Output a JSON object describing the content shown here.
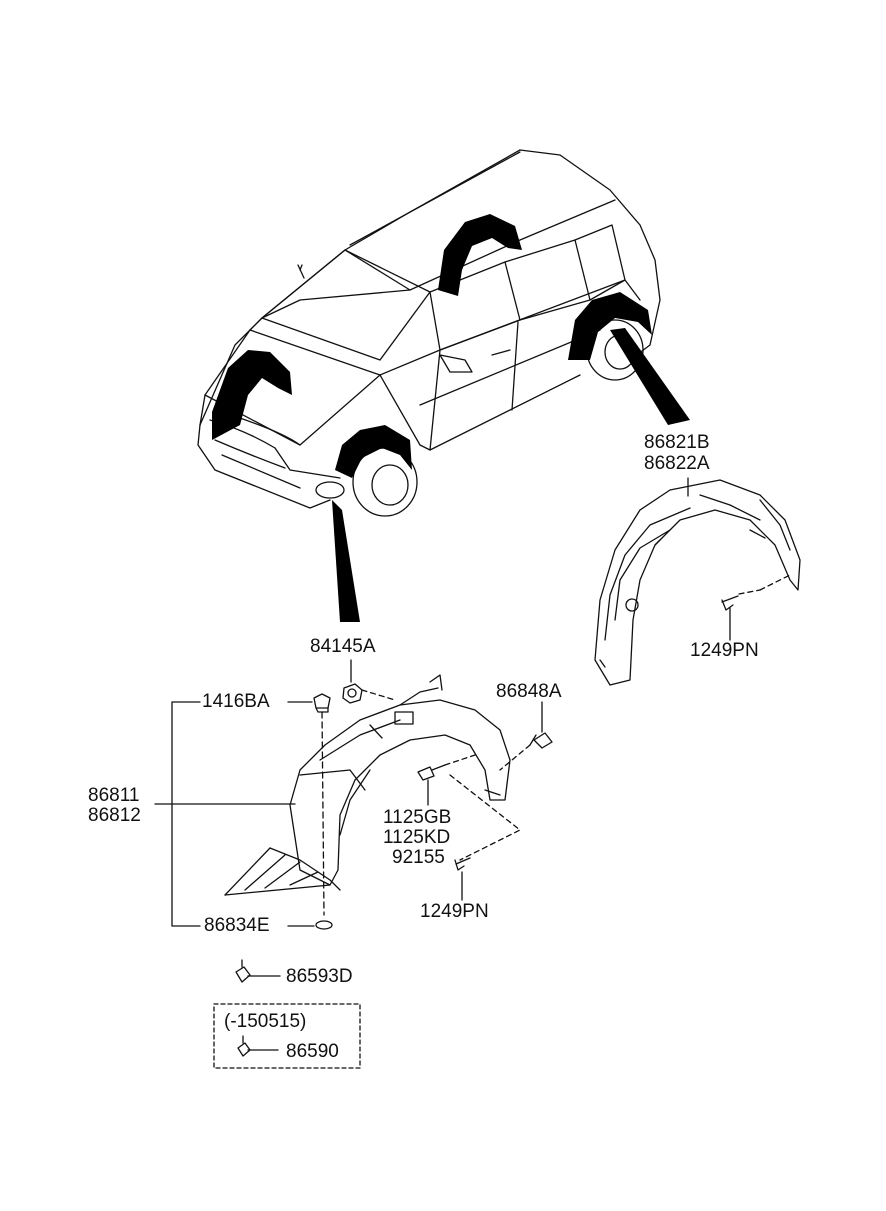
{
  "labels": {
    "rear_1": "86821B",
    "rear_2": "86822A",
    "rear_screw": "1249PN",
    "nut": "84145A",
    "clip": "86848A",
    "grommet": "1416BA",
    "front_1": "86811",
    "front_2": "86812",
    "bolt_1": "1125GB",
    "bolt_2": "1125KD",
    "bolt_3": "92155",
    "front_screw": "1249PN",
    "washer": "86834E",
    "fastener": "86593D",
    "range": "(-150515)",
    "fastener_old": "86590"
  },
  "colors": {
    "line": "#111111",
    "fill": "#000000",
    "background": "#ffffff"
  }
}
